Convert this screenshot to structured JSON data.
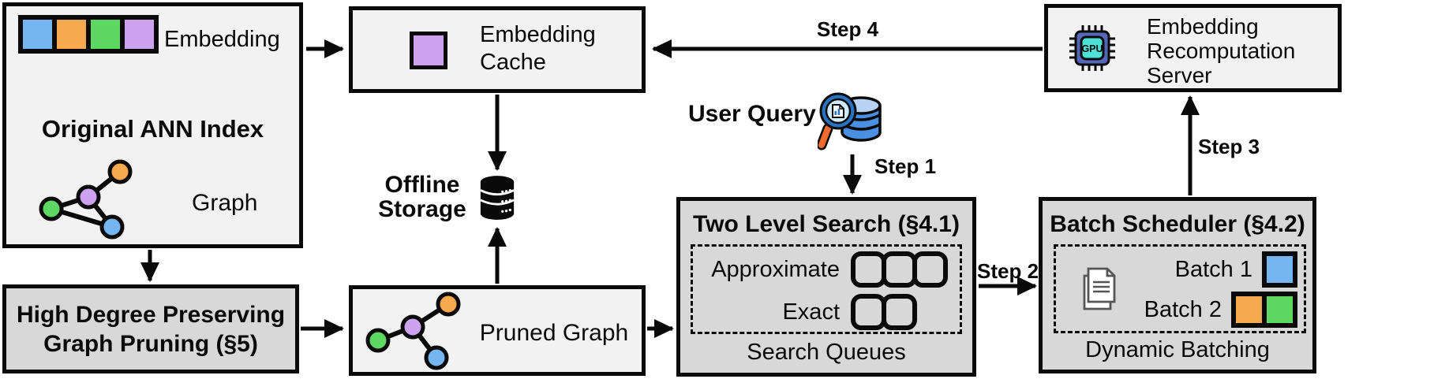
{
  "colors": {
    "blue": "#74b5f2",
    "orange": "#f6a94e",
    "green": "#5fd763",
    "purple": "#cda3f0",
    "box_light": "#f2f2f2",
    "box_dark": "#d8d8d8",
    "stroke": "#0a0a0a",
    "chip_body": "#5568b8",
    "chip_core": "#4ce0d6",
    "query_db_blue": "#4a90e2",
    "query_db_top": "#b9d2f3",
    "magnifier_rim": "#2a72c0",
    "magnifier_lens": "#cfeafc",
    "magnifier_handle": "#f26b2e"
  },
  "ann_index": {
    "title": "Original ANN Index",
    "embedding_label": "Embedding",
    "graph_label": "Graph",
    "embedding_cells": [
      "blue",
      "orange",
      "green",
      "purple"
    ]
  },
  "embedding_cache": {
    "label": "Embedding Cache"
  },
  "recomputation_server": {
    "label": "Embedding Recomputation Server",
    "gpu_label": "GPU"
  },
  "offline_storage": {
    "label": "Offline Storage"
  },
  "user_query": {
    "label": "User Query"
  },
  "pruning": {
    "label": "High Degree Preserving Graph Pruning (§5)"
  },
  "pruned_graph": {
    "label": "Pruned Graph"
  },
  "two_level_search": {
    "title": "Two Level Search (§4.1)",
    "approximate_label": "Approximate",
    "approximate_slots": 3,
    "exact_label": "Exact",
    "exact_slots": 2,
    "footer": "Search Queues"
  },
  "batch_scheduler": {
    "title": "Batch Scheduler (§4.2)",
    "batches": [
      {
        "label": "Batch 1",
        "cells": [
          "blue"
        ]
      },
      {
        "label": "Batch 2",
        "cells": [
          "orange",
          "green"
        ]
      }
    ],
    "footer": "Dynamic Batching"
  },
  "steps": {
    "step1": "Step 1",
    "step2": "Step 2",
    "step3": "Step 3",
    "step4": "Step 4"
  }
}
